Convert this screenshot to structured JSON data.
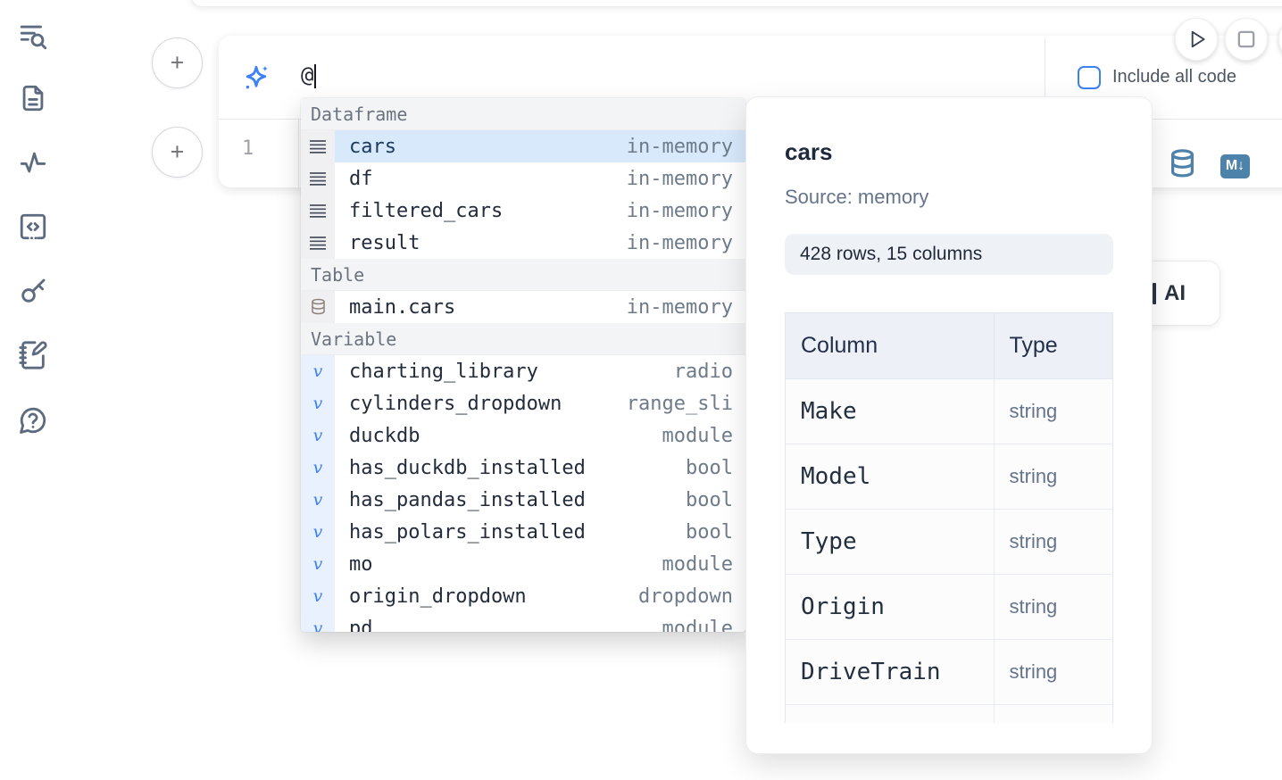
{
  "colors": {
    "accent": "#3b82f6",
    "steel_blue": "#4d82ab",
    "selected_row_bg": "#d7e9fb"
  },
  "sidebar": {
    "icons": [
      {
        "name": "table-of-contents-search-icon"
      },
      {
        "name": "document-icon"
      },
      {
        "name": "activity-icon"
      },
      {
        "name": "snippets-icon"
      },
      {
        "name": "keyboard-shortcuts-icon"
      },
      {
        "name": "scratchpad-icon"
      },
      {
        "name": "help-icon"
      }
    ]
  },
  "add_cell": {
    "plus_label": "+"
  },
  "ai_cell": {
    "prompt_value": "@",
    "include_all_code_label": "Include all code",
    "include_all_code_checked": false
  },
  "code_cell": {
    "line_number": "1",
    "markdown_badge": "M↓"
  },
  "autocomplete": {
    "sections": [
      {
        "label": "Dataframe",
        "items": [
          {
            "name": "cars",
            "type": "in-memory",
            "selected": true
          },
          {
            "name": "df",
            "type": "in-memory"
          },
          {
            "name": "filtered_cars",
            "type": "in-memory"
          },
          {
            "name": "result",
            "type": "in-memory"
          }
        ]
      },
      {
        "label": "Table",
        "items": [
          {
            "name": "main.cars",
            "type": "in-memory"
          }
        ]
      },
      {
        "label": "Variable",
        "variable_glyph": "v",
        "items": [
          {
            "name": "charting_library",
            "type": "radio"
          },
          {
            "name": "cylinders_dropdown",
            "type": "range_sli"
          },
          {
            "name": "duckdb",
            "type": "module"
          },
          {
            "name": "has_duckdb_installed",
            "type": "bool"
          },
          {
            "name": "has_pandas_installed",
            "type": "bool"
          },
          {
            "name": "has_polars_installed",
            "type": "bool"
          },
          {
            "name": "mo",
            "type": "module"
          },
          {
            "name": "origin_dropdown",
            "type": "dropdown"
          },
          {
            "name": "pd",
            "type": "module"
          }
        ]
      }
    ]
  },
  "preview": {
    "title": "cars",
    "source": "Source: memory",
    "shape": "428 rows, 15 columns",
    "table": {
      "headers": [
        "Column",
        "Type"
      ],
      "rows": [
        [
          "Make",
          "string"
        ],
        [
          "Model",
          "string"
        ],
        [
          "Type",
          "string"
        ],
        [
          "Origin",
          "string"
        ],
        [
          "DriveTrain",
          "string"
        ]
      ]
    }
  },
  "ai_chip": {
    "label": "AI"
  }
}
